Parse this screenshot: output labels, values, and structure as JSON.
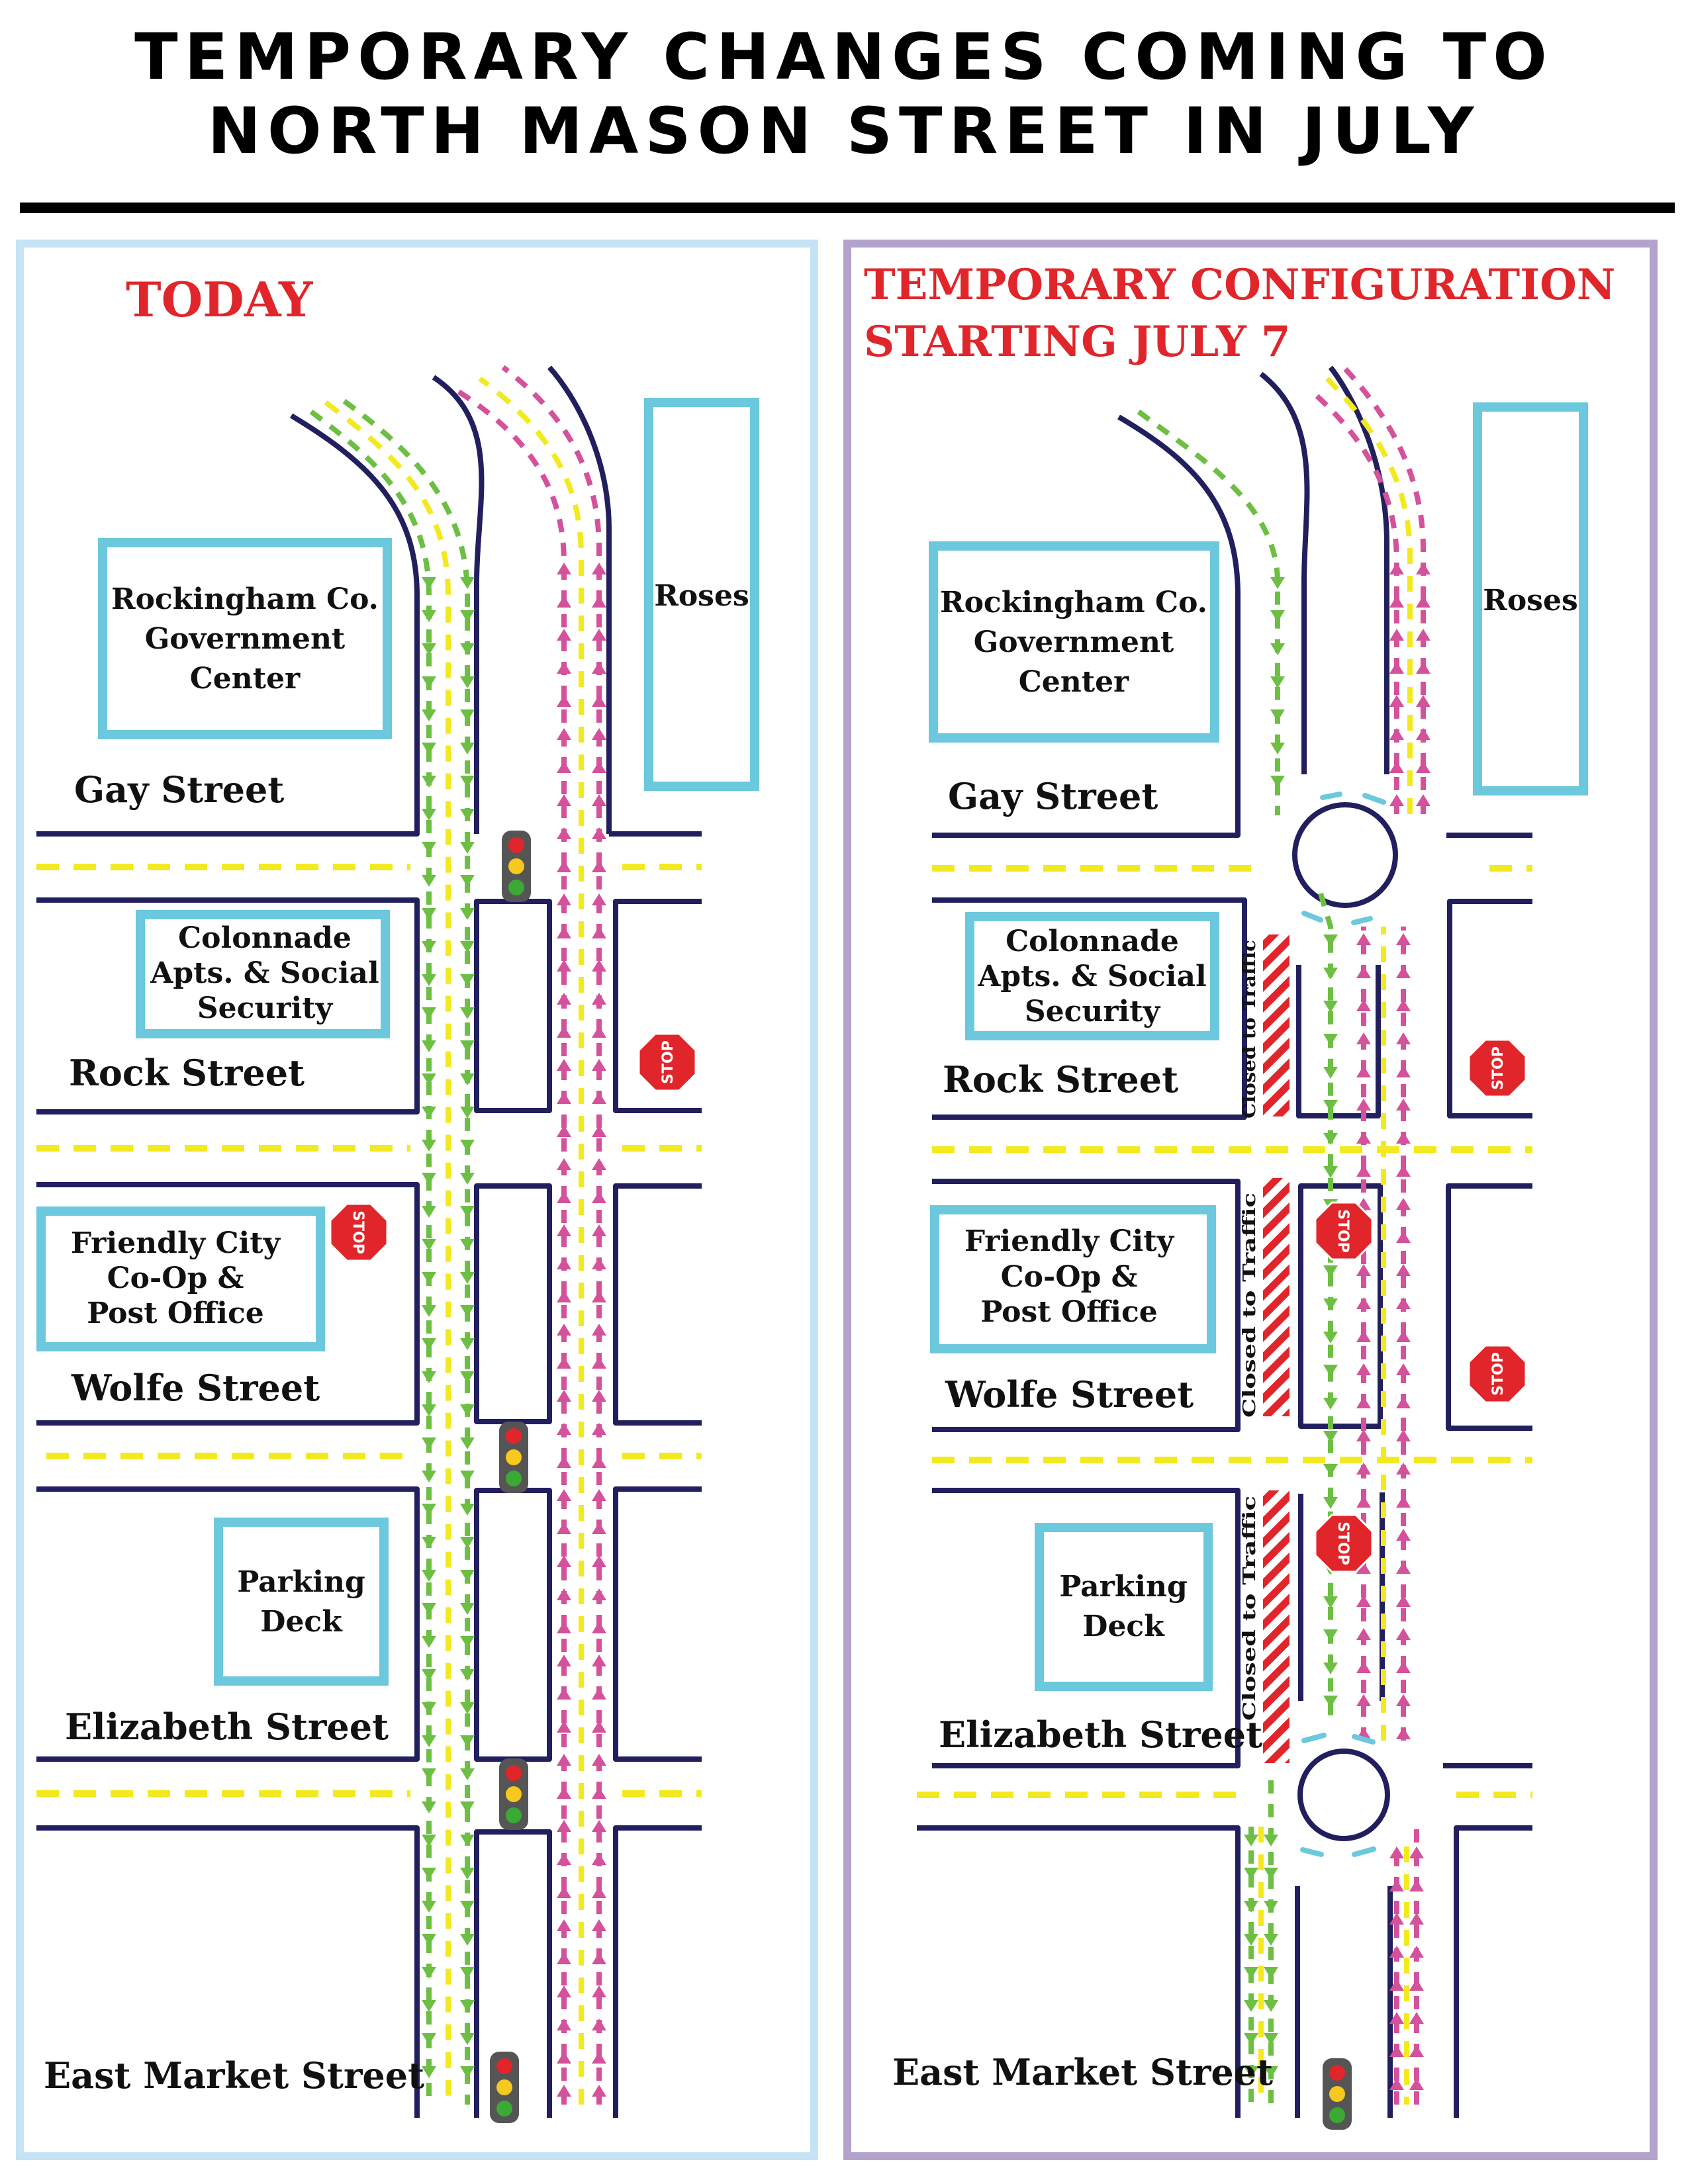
{
  "title": {
    "line1": "TEMPORARY CHANGES COMING TO",
    "line2": "NORTH MASON STREET IN JULY"
  },
  "colors": {
    "frame_today": "#c4e3f5",
    "frame_temp": "#b3a2cc",
    "curb": "#221f5e",
    "building": "#6cc8dc",
    "southbound_arrows": "#6dbf44",
    "northbound_arrows": "#d4519b",
    "centerline": "#f2ea1f",
    "heading": "#e0262b",
    "roundabout_arrows": "#6cc8dc",
    "closure_hatch": "#e0262b"
  },
  "panels": {
    "today": {
      "heading": "TODAY",
      "streets": {
        "gay": "Gay Street",
        "rock": "Rock Street",
        "wolfe": "Wolfe Street",
        "elizabeth": "Elizabeth Street",
        "market": "East Market Street"
      },
      "buildings": {
        "gov": [
          "Rockingham Co.",
          "Government",
          "Center"
        ],
        "roses": "Roses",
        "colonnade": [
          "Colonnade",
          "Apts. & Social",
          "Security"
        ],
        "friendly": [
          "Friendly City",
          "Co-Op &",
          "Post Office"
        ],
        "parking": [
          "Parking",
          "Deck"
        ]
      },
      "stop_sign": "STOP",
      "traffic_signals": 4,
      "stop_signs": 2
    },
    "temporary": {
      "heading_line1": "TEMPORARY CONFIGURATION",
      "heading_line2": "STARTING JULY 7",
      "streets": {
        "gay": "Gay Street",
        "rock": "Rock Street",
        "wolfe": "Wolfe Street",
        "elizabeth": "Elizabeth Street",
        "market": "East Market Street"
      },
      "buildings": {
        "gov": [
          "Rockingham Co.",
          "Government",
          "Center"
        ],
        "roses": "Roses",
        "colonnade": [
          "Colonnade",
          "Apts. & Social",
          "Security"
        ],
        "friendly": [
          "Friendly City",
          "Co-Op &",
          "Post Office"
        ],
        "parking": [
          "Parking",
          "Deck"
        ]
      },
      "stop_sign": "STOP",
      "closed_label": "Closed to Traffic",
      "roundabouts": 2,
      "traffic_signals": 1,
      "stop_signs": 4
    }
  }
}
